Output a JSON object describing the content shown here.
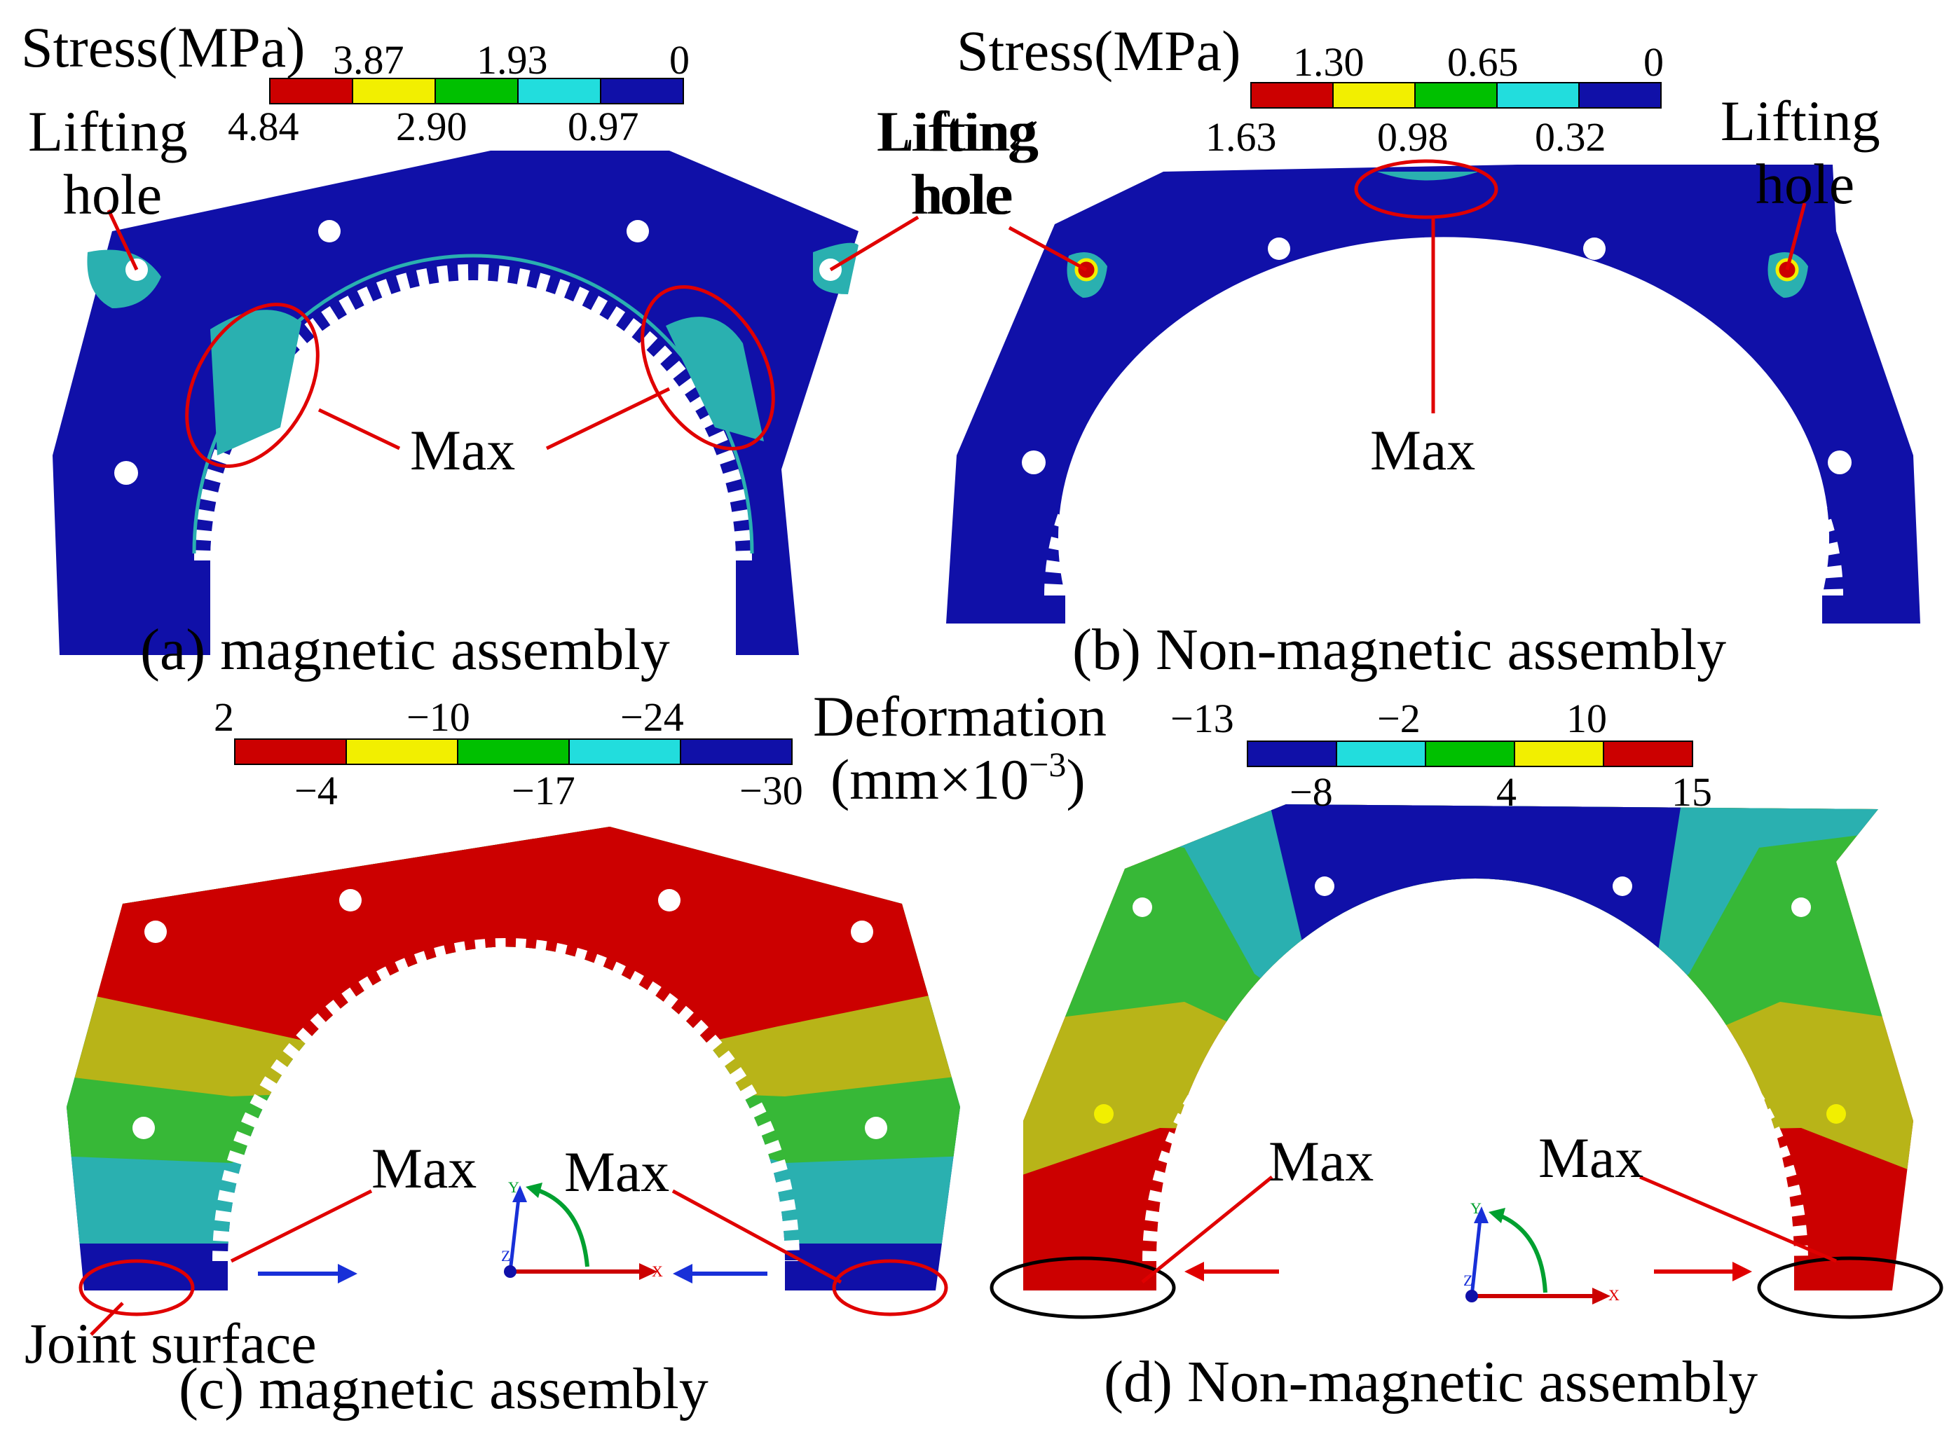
{
  "colors": {
    "red": "#cc0000",
    "yellow": "#f2ef00",
    "green": "#00c000",
    "cyan": "#22dddd",
    "blue": "#1010a8",
    "teal": "#2ab0b0",
    "olive": "#b8b418",
    "light_green": "#37b837",
    "annotation": "#e00000",
    "joint_ellipse": "#000000",
    "arrow_blue": "#1830d8"
  },
  "panels": {
    "a": {
      "caption": "(a) magnetic assembly",
      "legend_title": "Stress(MPa)",
      "legend_top_ticks": [
        "3.87",
        "1.93",
        "0"
      ],
      "legend_bottom_ticks": [
        "4.84",
        "2.90",
        "0.97"
      ],
      "legend_colors": [
        "red",
        "yellow",
        "green",
        "cyan",
        "blue"
      ],
      "lift_left": [
        "Lifting",
        "hole"
      ],
      "lift_right": [
        "Lifting",
        "hole"
      ],
      "max_label": "Max"
    },
    "b": {
      "caption": "(b) Non-magnetic assembly",
      "legend_title": "Stress(MPa)",
      "legend_top_ticks": [
        "1.30",
        "0.65",
        "0"
      ],
      "legend_bottom_ticks": [
        "1.63",
        "0.98",
        "0.32"
      ],
      "legend_colors": [
        "red",
        "yellow",
        "green",
        "cyan",
        "blue"
      ],
      "lift_left": [
        "Lifting",
        "hole"
      ],
      "lift_right": [
        "Lifting",
        "hole"
      ],
      "max_label": "Max"
    },
    "c": {
      "caption": "(c) magnetic assembly",
      "legend_top_ticks": [
        "2",
        "−10",
        "−24"
      ],
      "legend_bottom_ticks": [
        "−4",
        "−17",
        "−30"
      ],
      "legend_colors": [
        "red",
        "yellow",
        "green",
        "cyan",
        "blue"
      ],
      "max_left": "Max",
      "max_right": "Max",
      "joint_label": "Joint surface",
      "axis_labels": {
        "x": "X",
        "y": "Y",
        "z": "Z"
      }
    },
    "d": {
      "caption": "(d) Non-magnetic assembly",
      "legend_top_ticks": [
        "−13",
        "−2",
        "10"
      ],
      "legend_bottom_ticks": [
        "−8",
        "4",
        "15"
      ],
      "legend_colors": [
        "blue",
        "cyan",
        "green",
        "yellow",
        "red"
      ],
      "max_left": "Max",
      "max_right": "Max",
      "axis_labels": {
        "x": "X",
        "y": "Y",
        "z": "Z"
      }
    }
  },
  "deformation_title": "Deformation",
  "deformation_unit": "(mm×10",
  "deformation_exponent": "−3",
  "deformation_close": ")"
}
